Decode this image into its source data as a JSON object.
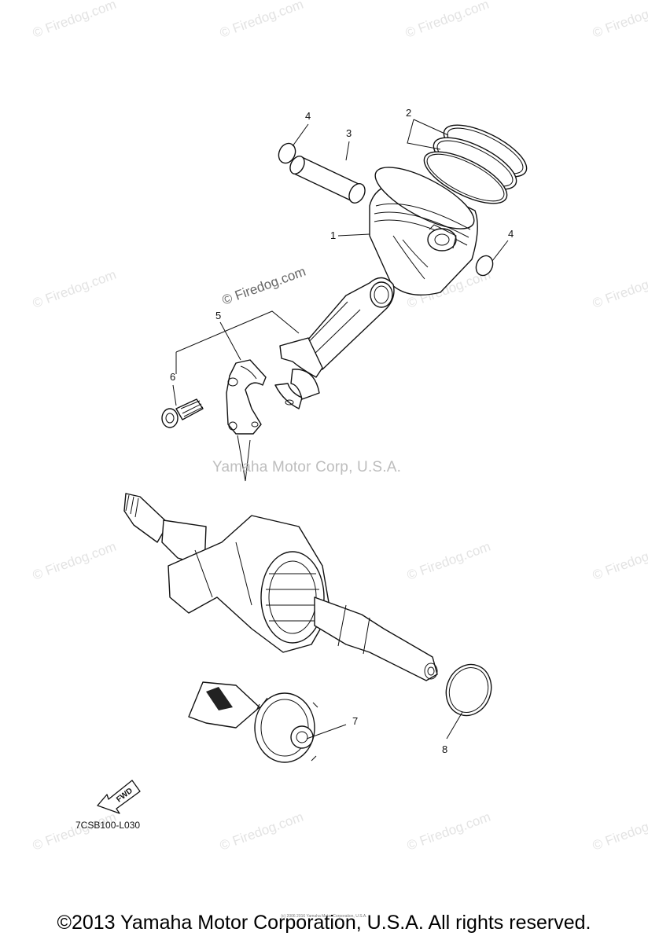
{
  "watermark": {
    "site": "© Firedog.com",
    "center_text": "Yamaha Motor Corp, U.S.A.",
    "tiny_text": "(c) 2006 2016 Yamaha Motor Corporation, U.S.A."
  },
  "callouts": [
    "1",
    "2",
    "3",
    "4",
    "4",
    "5",
    "6",
    "7",
    "8"
  ],
  "diagram_code": "7CSB100-L030",
  "fwd_label": "FWD",
  "footer": "©2013 Yamaha Motor Corporation, U.S.A. All rights reserved."
}
